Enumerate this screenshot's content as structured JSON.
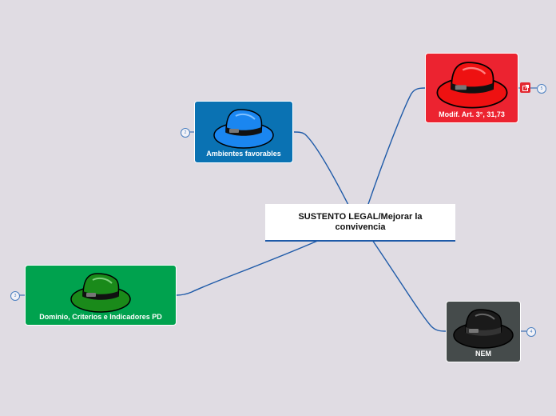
{
  "root": {
    "title": "SUSTENTO LEGAL/Mejorar la convivencia"
  },
  "nodes": {
    "ambientes": {
      "label": "Ambientes favorables",
      "count": "2",
      "color": "#0a72b3",
      "hat_color": "#1a86f0"
    },
    "modif": {
      "label": "Modif. Art. 3°, 31,73",
      "count": "5",
      "color": "#ec2330",
      "hat_color": "#ee1111"
    },
    "dominio": {
      "label": "Dominio, Criterios e Indicadores PD",
      "count": "3",
      "color": "#00a24e",
      "hat_color": "#1a8a1a"
    },
    "nem": {
      "label": "NEM",
      "count": "4",
      "color": "#454b4b",
      "hat_color": "#1a1a1a"
    }
  },
  "colors": {
    "connector": "#1e5aa8",
    "background": "#e0dce3"
  },
  "icons": {
    "hat": "hat-icon",
    "link": "external-link-icon"
  }
}
